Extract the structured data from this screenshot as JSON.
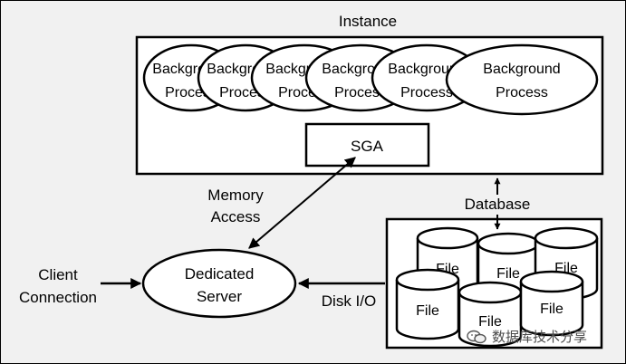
{
  "instance": {
    "title": "Instance",
    "sga_label": "SGA",
    "bg_processes": [
      {
        "line1": "Background",
        "line2": "Process"
      },
      {
        "line1": "Background",
        "line2": "Process"
      },
      {
        "line1": "Background",
        "line2": "Process"
      },
      {
        "line1": "Background",
        "line2": "Process"
      },
      {
        "line1": "Background",
        "line2": "Process"
      },
      {
        "line1": "Background",
        "line2": "Process"
      }
    ]
  },
  "database": {
    "label": "Database",
    "files": [
      "File",
      "File",
      "File",
      "File",
      "File",
      "File"
    ]
  },
  "server": {
    "line1": "Dedicated",
    "line2": "Server"
  },
  "labels": {
    "memory_line1": "Memory",
    "memory_line2": "Access",
    "client_line1": "Client",
    "client_line2": "Connection",
    "disk_io": "Disk I/O"
  },
  "watermark": {
    "text": "数据库技术分享",
    "icon": "wechat-icon"
  }
}
